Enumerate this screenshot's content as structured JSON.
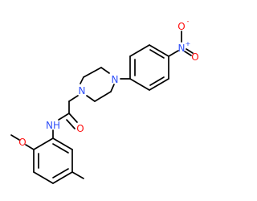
{
  "molecule": {
    "atoms": {
      "N_piperazine_1": {
        "text": "N"
      },
      "N_piperazine_4": {
        "text": "N"
      },
      "N_amide": {
        "text": "NH"
      },
      "O_carbonyl": {
        "text": "O"
      },
      "O_methoxy": {
        "text": "O"
      },
      "N_nitro": {
        "text": "N",
        "charge": "+"
      },
      "O_nitro_a": {
        "text": "O",
        "charge": "-"
      },
      "O_nitro_b": {
        "text": "O"
      }
    },
    "colors": {
      "bond": "#000000",
      "nitrogen": "#3050f8",
      "oxygen": "#ff0d0d"
    }
  }
}
